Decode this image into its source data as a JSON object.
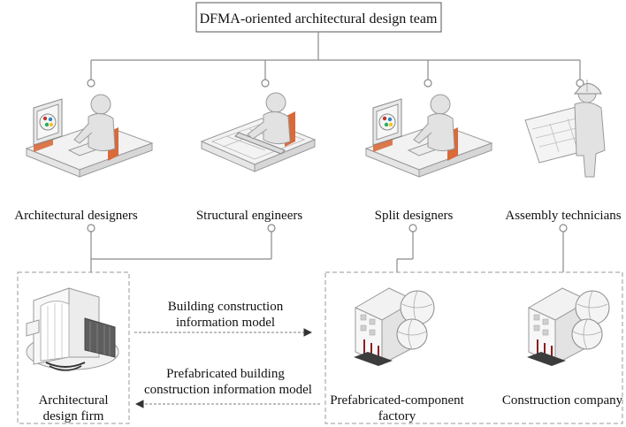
{
  "title": "DFMA-oriented architectural design team",
  "roles": {
    "architectural": "Architectural designers",
    "structural": "Structural engineers",
    "split": "Split designers",
    "assembly": "Assembly technicians"
  },
  "organizations": {
    "design_firm_line1": "Architectural",
    "design_firm_line2": "design firm",
    "factory_line1": "Prefabricated-component",
    "factory_line2": "factory",
    "construction": "Construction company"
  },
  "flows": {
    "forward_line1": "Building construction",
    "forward_line2": "information model",
    "backward_line1": "Prefabricated building",
    "backward_line2": "construction information model"
  },
  "icons": {
    "architectural": "designer-at-computer-icon",
    "structural": "engineer-drafting-icon",
    "split": "designer-at-computer-icon",
    "assembly": "technician-with-blueprint-icon",
    "design_firm": "design-firm-building-icon",
    "factory": "factory-building-icon",
    "construction": "construction-company-building-icon"
  },
  "colors": {
    "accent": "#d96a3a",
    "line": "#8a8a8a",
    "figure": "#e2e2e2",
    "figure_stroke": "#9a9a9a"
  }
}
